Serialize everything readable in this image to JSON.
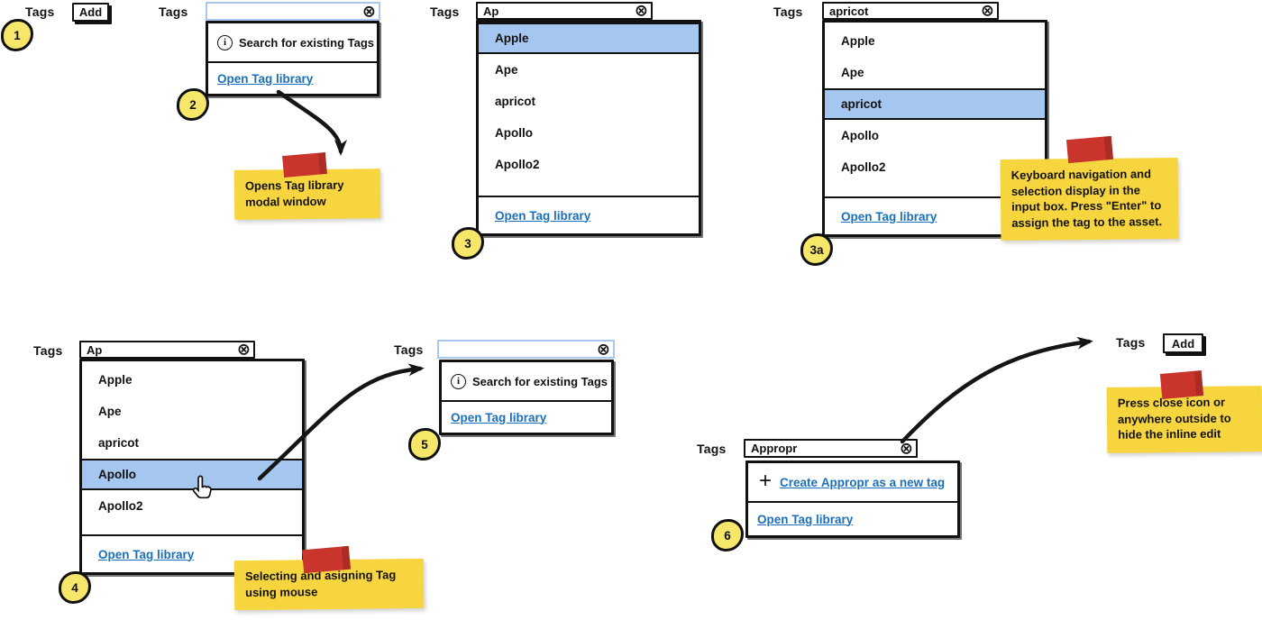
{
  "labels": {
    "tags": "Tags",
    "add": "Add",
    "search_hint": "Search for existing Tags",
    "open_library": "Open Tag library"
  },
  "tag_options": [
    "Apple",
    "Ape",
    "apricot",
    "Apollo",
    "Apollo2"
  ],
  "panels": {
    "s1": {
      "badge": "1"
    },
    "s2": {
      "badge": "2",
      "input_value": "",
      "note": "Opens Tag library modal window"
    },
    "s3": {
      "badge": "3",
      "input_value": "Ap",
      "highlighted_option": "Apple"
    },
    "s3a": {
      "badge": "3a",
      "input_value": "apricot",
      "highlighted_option": "apricot",
      "note": "Keyboard navigation and selection display in the input box. Press \"Enter\" to assign the tag to the asset."
    },
    "s4": {
      "badge": "4",
      "input_value": "Ap",
      "highlighted_option": "Apollo",
      "note": "Selecting and asigning Tag using mouse"
    },
    "s5": {
      "badge": "5",
      "input_value": ""
    },
    "s6": {
      "badge": "6",
      "input_value": "Appropr",
      "create_row": {
        "prefix": "Create",
        "tag": "Appropr",
        "suffix": "as a new tag"
      },
      "note": "Press close icon or anywhere outside to hide the inline edit"
    }
  },
  "colors": {
    "highlight_row": "#A5C6EF",
    "focused_input_border": "#A9C8EC",
    "link": "#1B6FBA",
    "sticky_note": "#F7D53F",
    "tape": "#C9342C",
    "ink": "#111111"
  }
}
